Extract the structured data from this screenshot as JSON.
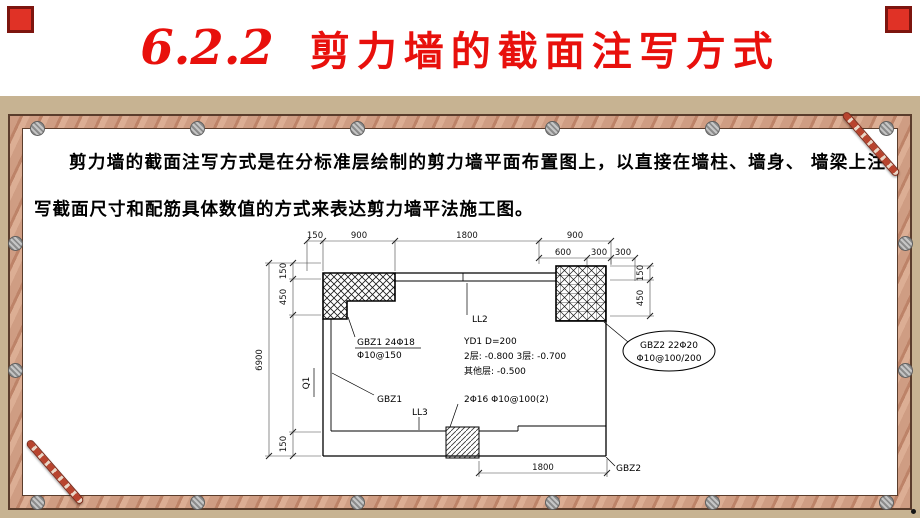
{
  "slide": {
    "title_number": "6.2.2",
    "title_text": "剪力墙的截面注写方式",
    "paragraph": "剪力墙的截面注写方式是在分标准层绘制的剪力墙平面布置图上，以直接在墙柱、墙身、 墙梁上注写截面尺寸和配筋具体数值的方式来表达剪力墙平法施工图。"
  },
  "colors": {
    "title_red": "#e8100c",
    "background_tan": "#c7b392",
    "frame_wood": "#cf9d83"
  },
  "drawing": {
    "dims_top": [
      "150",
      "900",
      "1800",
      "900"
    ],
    "dims_top_right": [
      "600",
      "300",
      "300"
    ],
    "dims_left": [
      "150",
      "450",
      "6900",
      "150"
    ],
    "dims_right": [
      "150",
      "450"
    ],
    "dim_bottom": "1800",
    "labels": {
      "ll2": "LL2",
      "gbz1_line1": "GBZ1  24Φ18",
      "gbz1_line2": "Φ10@150",
      "yd1_line1": "YD1  D=200",
      "yd1_line2": "2层: -0.800 3层: -0.700",
      "yd1_line3": "其他层: -0.500",
      "rebar": "2Φ16  Φ10@100(2)",
      "gbz1_tag": "GBZ1",
      "ll3": "LL3",
      "q1": "Q1",
      "gbz2_callout_1": "GBZ2  22Φ20",
      "gbz2_callout_2": "Φ10@100/200",
      "gbz2_tag": "GBZ2"
    }
  }
}
